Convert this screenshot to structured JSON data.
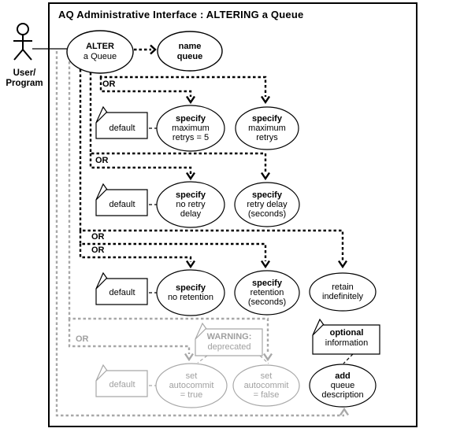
{
  "title": "AQ Administrative Interface : ALTERING a Queue",
  "actor": {
    "line1": "User/",
    "line2": "Program"
  },
  "labels": {
    "or": "OR"
  },
  "notes": {
    "default": "default",
    "warning": {
      "line1": "WARNING:",
      "line2": "deprecated"
    },
    "optional": {
      "line1": "optional",
      "line2": "information"
    }
  },
  "usecases": {
    "alter": {
      "line1": "ALTER",
      "line2": "a Queue"
    },
    "name_queue": {
      "line1": "name",
      "line2": "queue"
    },
    "specify_max_retrys_default": {
      "line1": "specify",
      "line2": "maximum",
      "line3": "retrys = 5"
    },
    "specify_max_retrys": {
      "line1": "specify",
      "line2": "maximum",
      "line3": "retrys"
    },
    "specify_no_retry_delay": {
      "line1": "specify",
      "line2": "no retry",
      "line3": "delay"
    },
    "specify_retry_delay": {
      "line1": "specify",
      "line2": "retry delay",
      "line3": "(seconds)"
    },
    "specify_no_retention": {
      "line1": "specify",
      "line2": "no retention"
    },
    "specify_retention": {
      "line1": "specify",
      "line2": "retention",
      "line3": "(seconds)"
    },
    "retain_indefinitely": {
      "line1": "retain",
      "line2": "indefinitely"
    },
    "set_autocommit_true": {
      "line1": "set",
      "line2": "autocommit",
      "line3": "= true"
    },
    "set_autocommit_false": {
      "line1": "set",
      "line2": "autocommit",
      "line3": "= false"
    },
    "add_queue_description": {
      "line1": "add",
      "line2": "queue",
      "line3": "description"
    }
  },
  "colors": {
    "line_black": "#000000",
    "deprecated_gray": "#a8a8a8"
  }
}
